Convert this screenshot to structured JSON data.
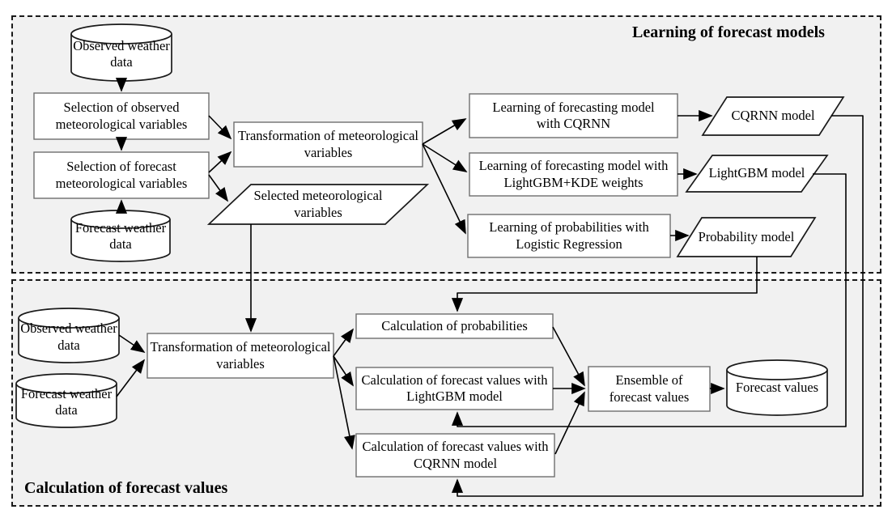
{
  "sections": {
    "learning": {
      "title": "Learning of forecast models"
    },
    "calculation": {
      "title": "Calculation of forecast values"
    }
  },
  "nodes": {
    "obs_weather_top": "Observed weather data",
    "sel_observed": "Selection of observed meteorological variables",
    "sel_forecast": "Selection of forecast meteorological variables",
    "fc_weather_top": "Forecast weather data",
    "transform_top": "Transformation of meteorological variables",
    "selected_vars": "Selected meteorological variables",
    "learn_cqrnn": "Learning of forecasting model with CQRNN",
    "learn_lgbm": "Learning of forecasting model with LightGBM+KDE weights",
    "learn_prob": "Learning of probabilities with Logistic Regression",
    "cqrnn_model": "CQRNN model",
    "lgbm_model": "LightGBM model",
    "prob_model": "Probability model",
    "obs_weather_bot": "Observed weather data",
    "fc_weather_bot": "Forecast weather data",
    "transform_bot": "Transformation of meteorological variables",
    "calc_prob": "Calculation of probabilities",
    "calc_lgbm": "Calculation of forecast values with LightGBM model",
    "calc_cqrnn": "Calculation of forecast values with CQRNN model",
    "ensemble": "Ensemble of forecast values",
    "fc_values": "Forecast values"
  },
  "edges": [
    {
      "from": "obs_weather_top",
      "to": "sel_observed"
    },
    {
      "from": "sel_observed",
      "to": "sel_forecast"
    },
    {
      "from": "fc_weather_top",
      "to": "sel_forecast"
    },
    {
      "from": "sel_observed",
      "to": "transform_top"
    },
    {
      "from": "sel_forecast",
      "to": "transform_top"
    },
    {
      "from": "sel_forecast",
      "to": "selected_vars"
    },
    {
      "from": "transform_top",
      "to": "learn_cqrnn"
    },
    {
      "from": "transform_top",
      "to": "learn_lgbm"
    },
    {
      "from": "transform_top",
      "to": "learn_prob"
    },
    {
      "from": "learn_cqrnn",
      "to": "cqrnn_model"
    },
    {
      "from": "learn_lgbm",
      "to": "lgbm_model"
    },
    {
      "from": "learn_prob",
      "to": "prob_model"
    },
    {
      "from": "cqrnn_model",
      "to": "calc_cqrnn"
    },
    {
      "from": "lgbm_model",
      "to": "calc_lgbm"
    },
    {
      "from": "prob_model",
      "to": "calc_prob"
    },
    {
      "from": "selected_vars",
      "to": "transform_bot"
    },
    {
      "from": "obs_weather_bot",
      "to": "transform_bot"
    },
    {
      "from": "fc_weather_bot",
      "to": "transform_bot"
    },
    {
      "from": "transform_bot",
      "to": "calc_prob"
    },
    {
      "from": "transform_bot",
      "to": "calc_lgbm"
    },
    {
      "from": "transform_bot",
      "to": "calc_cqrnn"
    },
    {
      "from": "calc_prob",
      "to": "ensemble"
    },
    {
      "from": "calc_lgbm",
      "to": "ensemble"
    },
    {
      "from": "calc_cqrnn",
      "to": "ensemble"
    },
    {
      "from": "ensemble",
      "to": "fc_values"
    }
  ],
  "colors": {
    "panel_fill": "#f1f1f1",
    "shape_fill": "#ffffff",
    "line": "#000000",
    "box_border": "#6e6e6e"
  }
}
